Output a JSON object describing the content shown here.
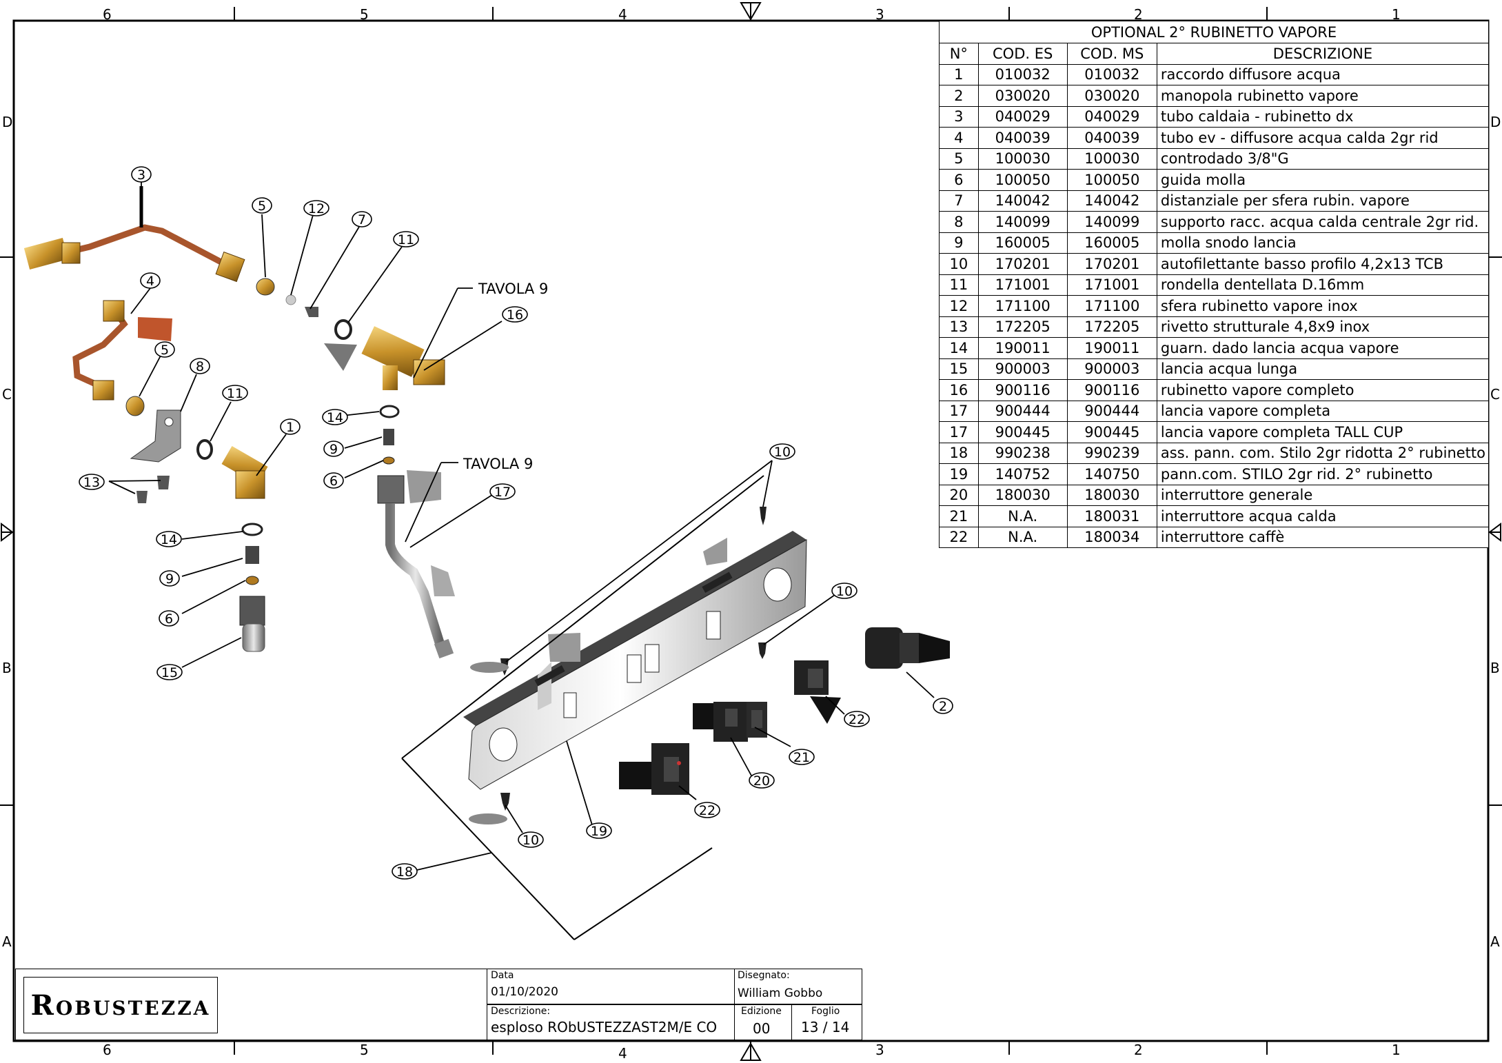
{
  "zones": {
    "columns": [
      "6",
      "5",
      "4",
      "3",
      "2",
      "1"
    ],
    "rows": [
      "D",
      "C",
      "B",
      "A"
    ]
  },
  "parts_table": {
    "title": "OPTIONAL 2° RUBINETTO VAPORE",
    "headers": [
      "N°",
      "COD. ES",
      "COD. MS",
      "DESCRIZIONE"
    ],
    "rows": [
      {
        "n": "1",
        "es": "010032",
        "ms": "010032",
        "desc": "raccordo diffusore acqua"
      },
      {
        "n": "2",
        "es": "030020",
        "ms": "030020",
        "desc": "manopola rubinetto vapore"
      },
      {
        "n": "3",
        "es": "040029",
        "ms": "040029",
        "desc": "tubo caldaia - rubinetto dx"
      },
      {
        "n": "4",
        "es": "040039",
        "ms": "040039",
        "desc": "tubo ev - diffusore acqua calda 2gr rid"
      },
      {
        "n": "5",
        "es": "100030",
        "ms": "100030",
        "desc": "controdado 3/8\"G"
      },
      {
        "n": "6",
        "es": "100050",
        "ms": "100050",
        "desc": "guida molla"
      },
      {
        "n": "7",
        "es": "140042",
        "ms": "140042",
        "desc": "distanziale per sfera rubin. vapore"
      },
      {
        "n": "8",
        "es": "140099",
        "ms": "140099",
        "desc": "supporto racc. acqua calda centrale 2gr rid."
      },
      {
        "n": "9",
        "es": "160005",
        "ms": "160005",
        "desc": "molla snodo lancia"
      },
      {
        "n": "10",
        "es": "170201",
        "ms": "170201",
        "desc": "autofilettante basso profilo 4,2x13 TCB"
      },
      {
        "n": "11",
        "es": "171001",
        "ms": "171001",
        "desc": "rondella dentellata D.16mm"
      },
      {
        "n": "12",
        "es": "171100",
        "ms": "171100",
        "desc": "sfera rubinetto vapore inox"
      },
      {
        "n": "13",
        "es": "172205",
        "ms": "172205",
        "desc": "rivetto strutturale 4,8x9 inox"
      },
      {
        "n": "14",
        "es": "190011",
        "ms": "190011",
        "desc": "guarn. dado lancia acqua vapore"
      },
      {
        "n": "15",
        "es": "900003",
        "ms": "900003",
        "desc": "lancia acqua lunga"
      },
      {
        "n": "16",
        "es": "900116",
        "ms": "900116",
        "desc": "rubinetto vapore completo"
      },
      {
        "n": "17",
        "es": "900444",
        "ms": "900444",
        "desc": "lancia vapore completa"
      },
      {
        "n": "17",
        "es": "900445",
        "ms": "900445",
        "desc": "lancia vapore completa TALL CUP"
      },
      {
        "n": "18",
        "es": "990238",
        "ms": "990239",
        "desc": "ass. pann. com. Stilo 2gr ridotta 2° rubinetto"
      },
      {
        "n": "19",
        "es": "140752",
        "ms": "140750",
        "desc": "pann.com. STILO 2gr rid. 2° rubinetto"
      },
      {
        "n": "20",
        "es": "180030",
        "ms": "180030",
        "desc": "interruttore generale"
      },
      {
        "n": "21",
        "es": "N.A.",
        "ms": "180031",
        "desc": "interruttore acqua calda"
      },
      {
        "n": "22",
        "es": "N.A.",
        "ms": "180034",
        "desc": "interruttore caffè"
      }
    ]
  },
  "callouts": [
    "1",
    "2",
    "3",
    "4",
    "5",
    "5",
    "6",
    "6",
    "7",
    "8",
    "9",
    "9",
    "10",
    "10",
    "10",
    "11",
    "11",
    "12",
    "13",
    "14",
    "14",
    "15",
    "16",
    "17",
    "18",
    "19",
    "20",
    "21",
    "22",
    "22"
  ],
  "reference_labels": [
    "TAVOLA 9",
    "TAVOLA 9"
  ],
  "title_block": {
    "logo": "Robustezza",
    "data_label": "Data",
    "data_value": "01/10/2020",
    "disegnato_label": "Disegnato:",
    "disegnato_value": "William Gobbo",
    "descrizione_label": "Descrizione:",
    "descrizione_value": "esploso RObUSTEZZAST2M/E CO",
    "edizione_label": "Edizione",
    "edizione_value": "00",
    "foglio_label": "Foglio",
    "foglio_value": "13 / 14"
  },
  "colors": {
    "brass": "#c8922a",
    "copper": "#a8552c",
    "steel": "#b0b0b0",
    "dark": "#222222"
  }
}
